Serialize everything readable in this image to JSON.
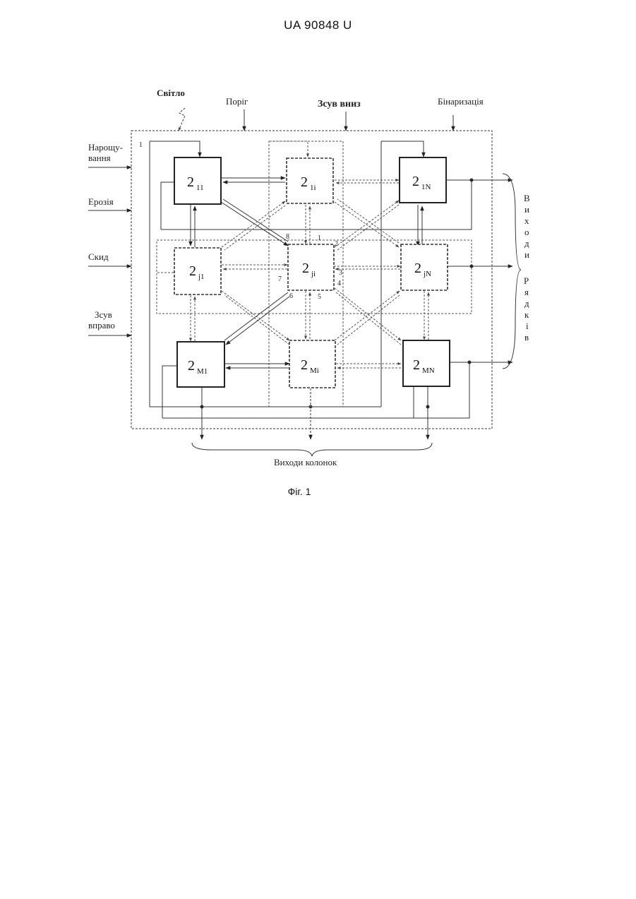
{
  "header": {
    "doc_number": "UA   90848   U"
  },
  "caption": "Фіг. 1",
  "top_signals": {
    "light": "Світло",
    "threshold": "Поріг",
    "shift_down": "Зсув вниз",
    "binarization": "Бінаризація"
  },
  "left_signals": {
    "dilation_line1": "Нарощу-",
    "dilation_line2": "вання",
    "erosion": "Ерозія",
    "reset": "Скид",
    "shift_right_line1": "Зсув",
    "shift_right_line2": "вправо"
  },
  "column_outputs": "Виходи колонок",
  "row_outputs_letters": [
    "В",
    "и",
    "х",
    "о",
    "д",
    "и",
    "",
    "Р",
    "я",
    "д",
    "к",
    "і",
    "в"
  ],
  "blocks": [
    {
      "id": "11",
      "main": "2",
      "sub": "11",
      "style": "solid"
    },
    {
      "id": "1i",
      "main": "2",
      "sub": "1i",
      "style": "dashed"
    },
    {
      "id": "1N",
      "main": "2",
      "sub": "1N",
      "style": "solid"
    },
    {
      "id": "j1",
      "main": "2",
      "sub": "j1",
      "style": "dashed"
    },
    {
      "id": "ji",
      "main": "2",
      "sub": "ji",
      "style": "dashed"
    },
    {
      "id": "jN",
      "main": "2",
      "sub": "jN",
      "style": "dashed"
    },
    {
      "id": "M1",
      "main": "2",
      "sub": "M1",
      "style": "solid"
    },
    {
      "id": "Mi",
      "main": "2",
      "sub": "Mi",
      "style": "dashed"
    },
    {
      "id": "MN",
      "main": "2",
      "sub": "MN",
      "style": "solid"
    }
  ],
  "pin_labels": [
    "1",
    "2",
    "3",
    "4",
    "5",
    "6",
    "7",
    "8"
  ],
  "corner_label": "1"
}
